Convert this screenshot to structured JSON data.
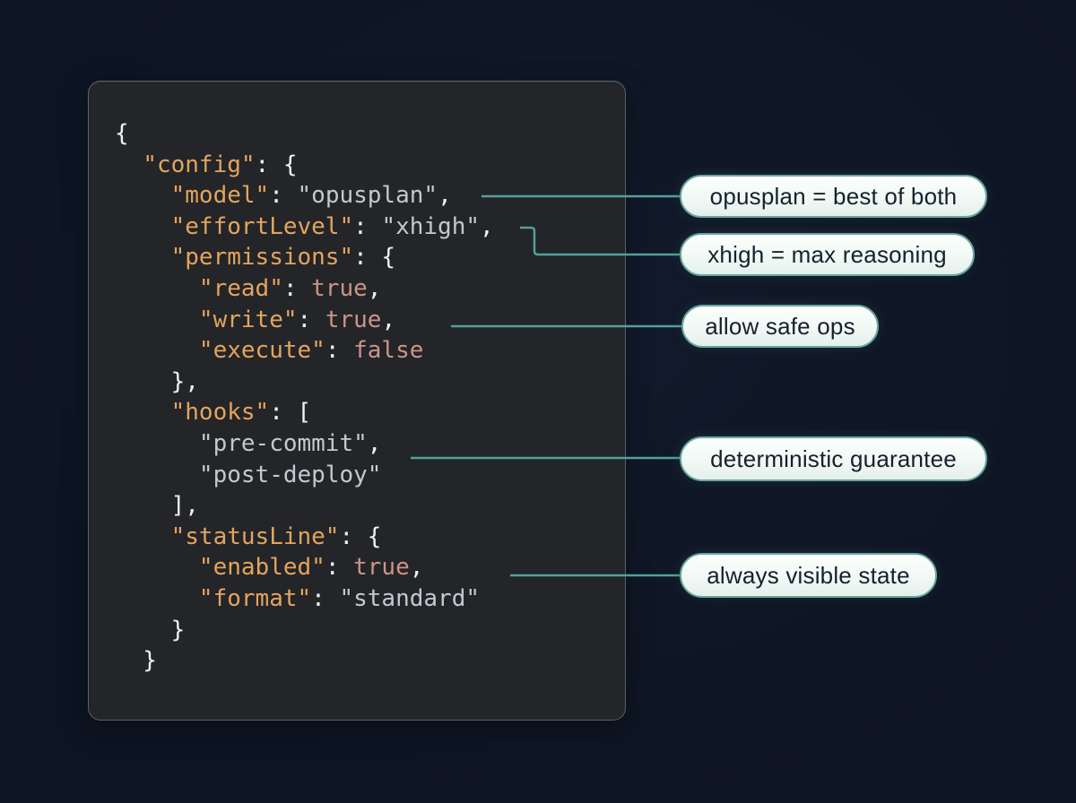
{
  "palette": {
    "page_bg": "#0e1524",
    "panel_bg": "#232528",
    "panel_border": "#9fb4c6",
    "key_orange": "#e3a45f",
    "string_gray": "#c3c9cf",
    "boolean_rose": "#cc9487",
    "punctuation_white": "#eff1f3",
    "connector_teal": "#53a09a",
    "callout_bg": "#f0f8f4",
    "callout_border": "#6ba69e",
    "callout_text": "#16212e"
  },
  "code": {
    "language": "json",
    "lines": [
      [
        [
          "p",
          "{"
        ]
      ],
      [
        [
          "p",
          "  "
        ],
        [
          "k",
          "\"config\""
        ],
        [
          "p",
          ": {"
        ]
      ],
      [
        [
          "p",
          "    "
        ],
        [
          "k",
          "\"model\""
        ],
        [
          "p",
          ": "
        ],
        [
          "s",
          "\"opusplan\""
        ],
        [
          "p",
          ","
        ]
      ],
      [
        [
          "p",
          "    "
        ],
        [
          "k",
          "\"effortLevel\""
        ],
        [
          "p",
          ": "
        ],
        [
          "s",
          "\"xhigh\""
        ],
        [
          "p",
          ","
        ]
      ],
      [
        [
          "p",
          "    "
        ],
        [
          "k",
          "\"permissions\""
        ],
        [
          "p",
          ": {"
        ]
      ],
      [
        [
          "p",
          "      "
        ],
        [
          "k",
          "\"read\""
        ],
        [
          "p",
          ": "
        ],
        [
          "b",
          "true"
        ],
        [
          "p",
          ","
        ]
      ],
      [
        [
          "p",
          "      "
        ],
        [
          "k",
          "\"write\""
        ],
        [
          "p",
          ": "
        ],
        [
          "b",
          "true"
        ],
        [
          "p",
          ","
        ]
      ],
      [
        [
          "p",
          "      "
        ],
        [
          "k",
          "\"execute\""
        ],
        [
          "p",
          ": "
        ],
        [
          "b",
          "false"
        ]
      ],
      [
        [
          "p",
          "    },"
        ]
      ],
      [
        [
          "p",
          "    "
        ],
        [
          "k",
          "\"hooks\""
        ],
        [
          "p",
          ": ["
        ]
      ],
      [
        [
          "p",
          "      "
        ],
        [
          "s",
          "\"pre-commit\""
        ],
        [
          "p",
          ","
        ]
      ],
      [
        [
          "p",
          "      "
        ],
        [
          "s",
          "\"post-deploy\""
        ]
      ],
      [
        [
          "p",
          "    ],"
        ]
      ],
      [
        [
          "p",
          "    "
        ],
        [
          "k",
          "\"statusLine\""
        ],
        [
          "p",
          ": {"
        ]
      ],
      [
        [
          "p",
          "      "
        ],
        [
          "k",
          "\"enabled\""
        ],
        [
          "p",
          ": "
        ],
        [
          "b",
          "true"
        ],
        [
          "p",
          ","
        ]
      ],
      [
        [
          "p",
          "      "
        ],
        [
          "k",
          "\"format\""
        ],
        [
          "p",
          ": "
        ],
        [
          "s",
          "\"standard\""
        ]
      ],
      [
        [
          "p",
          "    }"
        ]
      ],
      [
        [
          "p",
          "  }"
        ]
      ]
    ]
  },
  "callouts": [
    {
      "label": "opusplan = best of both",
      "target": "model"
    },
    {
      "label": "xhigh = max reasoning",
      "target": "effortLevel"
    },
    {
      "label": "allow safe ops",
      "target": "permissions.write"
    },
    {
      "label": "deterministic guarantee",
      "target": "hooks"
    },
    {
      "label": "always visible state",
      "target": "statusLine.enabled"
    }
  ]
}
